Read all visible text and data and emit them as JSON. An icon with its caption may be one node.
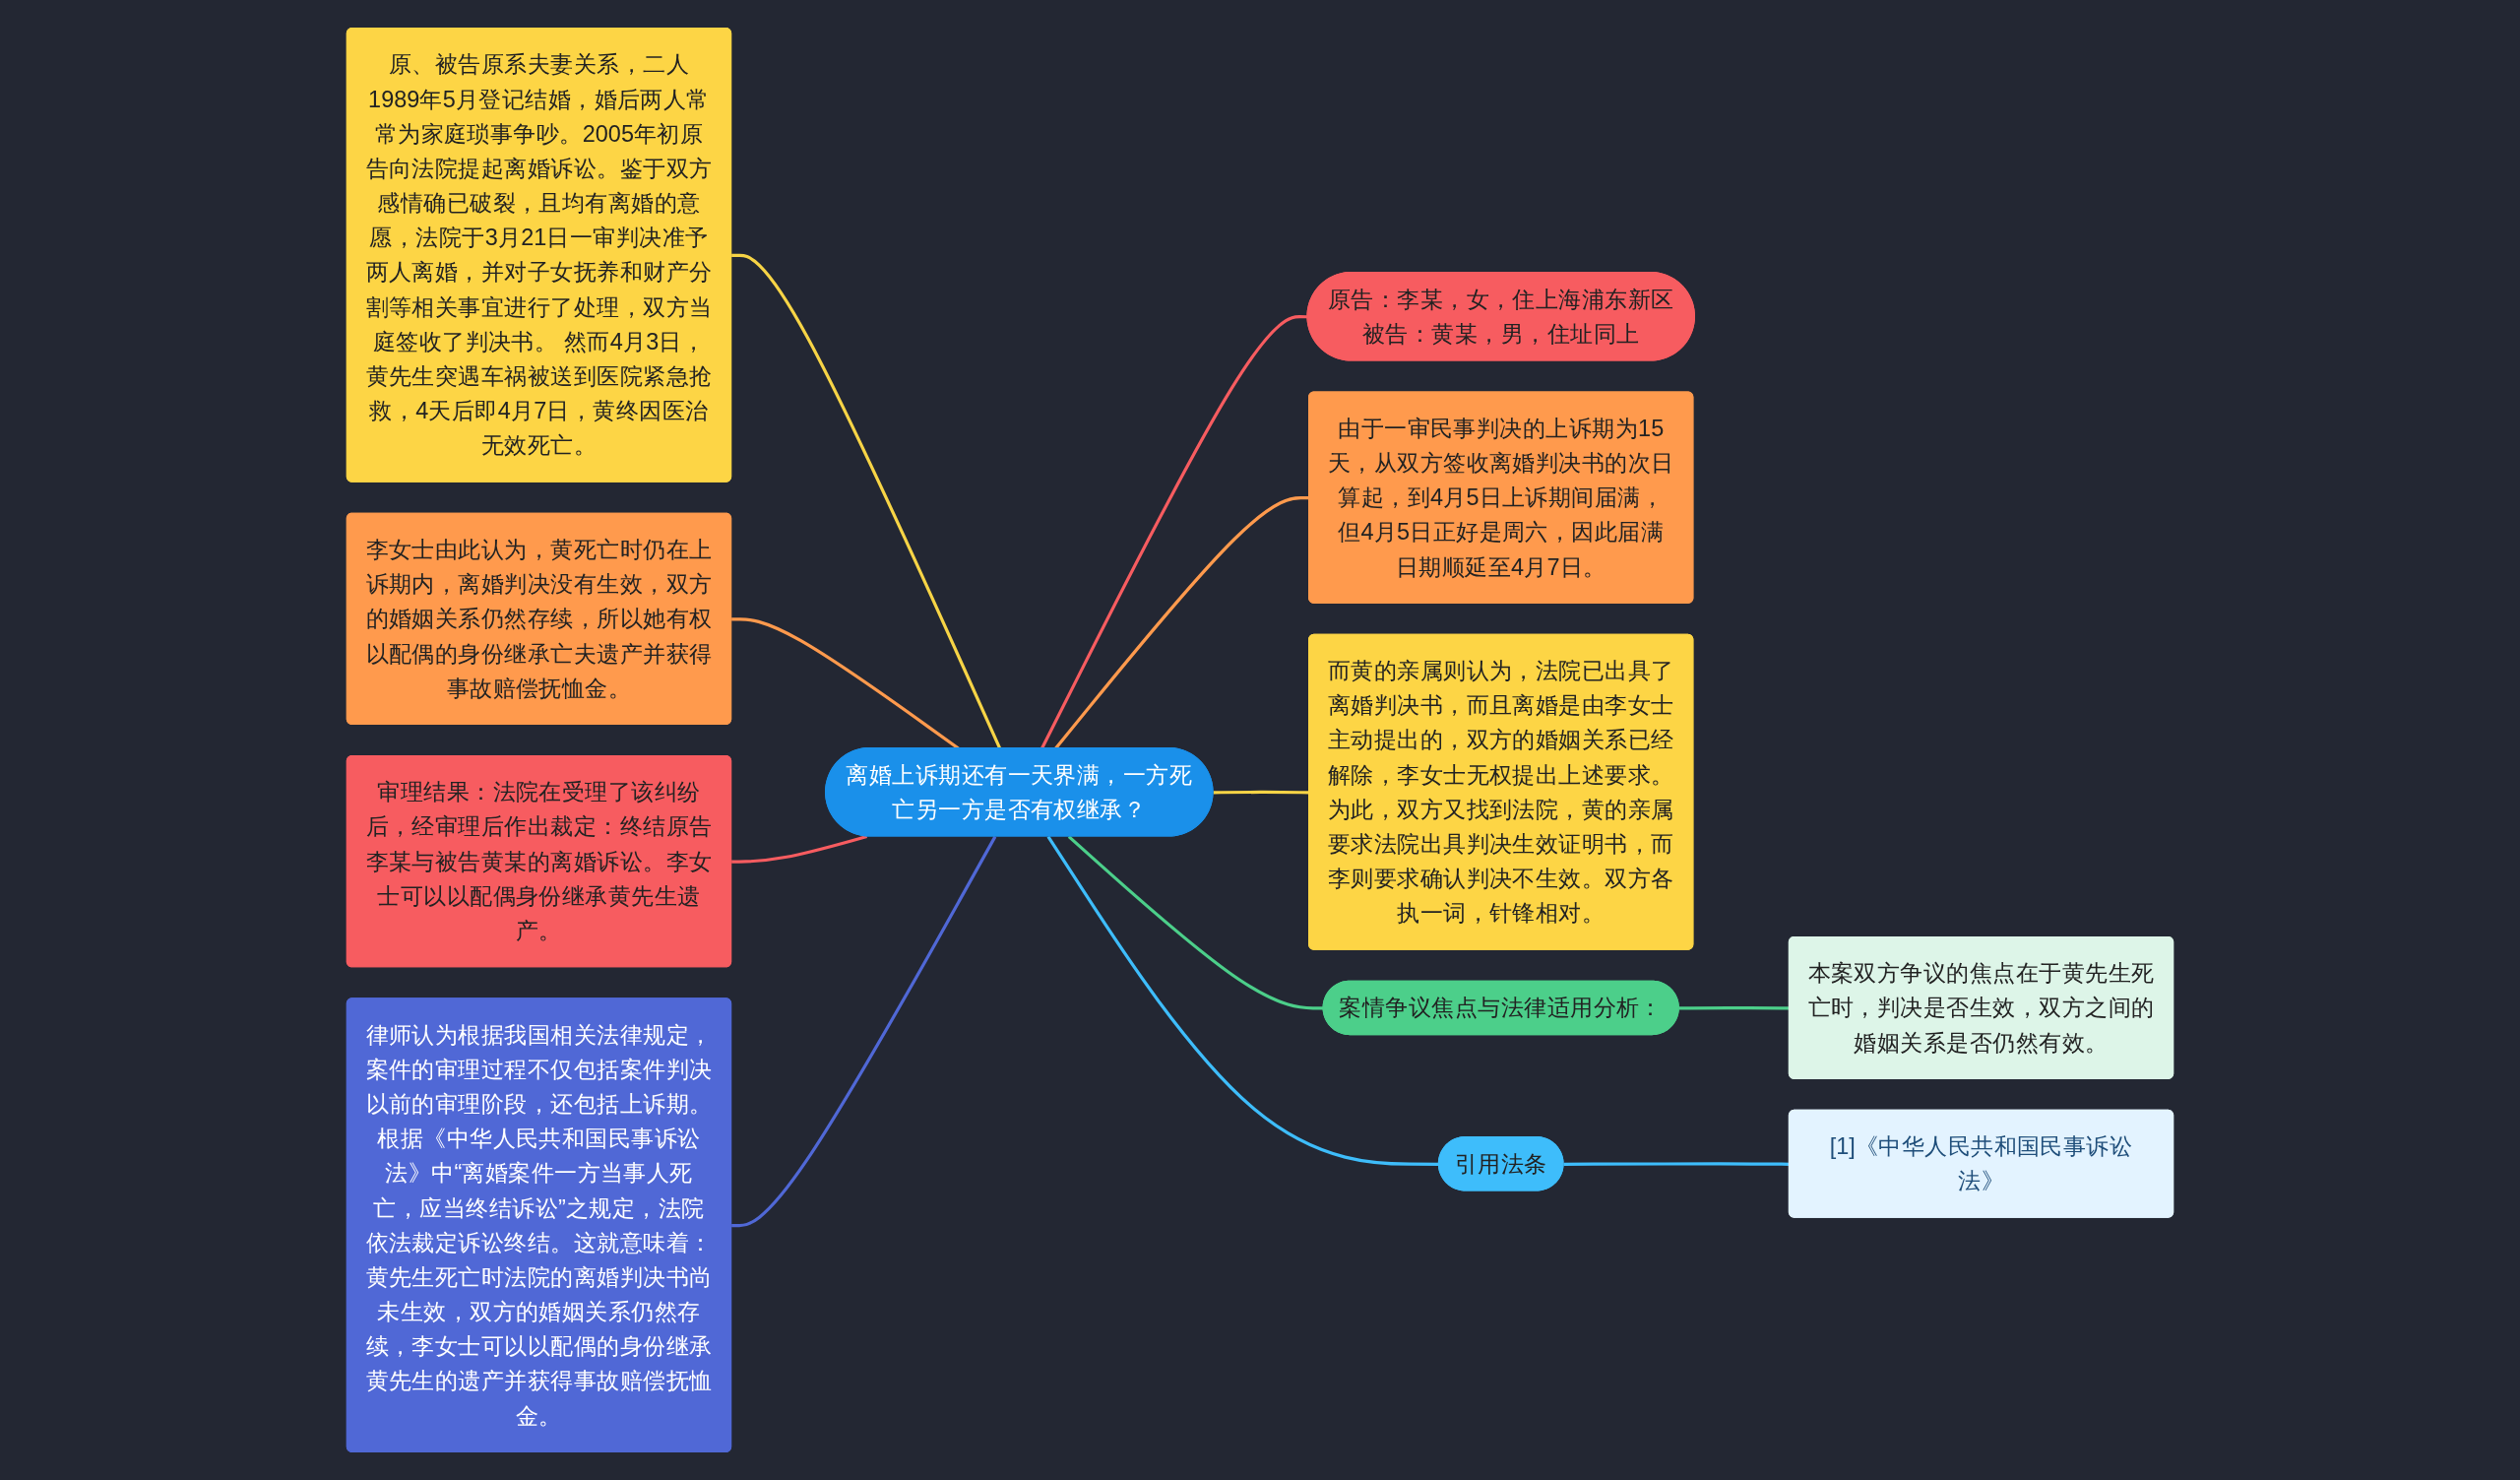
{
  "diagram": {
    "nodes": [
      {
        "text": [
          "离婚上诉期还有一天界满，一方死亡另一方是否有权继承？"
        ]
      },
      {
        "text": [
          "原、被告原系夫妻关系，二人1989年5月登记结婚，婚后两人常常为家庭琐事争吵。2005年初原告向法院提起离婚诉讼。鉴于双方感情确已破裂，且均有离婚的意愿，法院于3月21日一审判决准予两人离婚，并对子女抚养和财产分割等相关事宜进行了处理，双方当庭签收了判决书。 然而4月3日，黄先生突遇车祸被送到医院紧急抢救，4天后即4月7日，黄终因医治无效死亡。"
        ]
      },
      {
        "text": [
          "李女士由此认为，黄死亡时仍在上诉期内，离婚判决没有生效，双方的婚姻关系仍然存续，所以她有权以配偶的身份继承亡夫遗产并获得事故赔偿抚恤金。"
        ]
      },
      {
        "text": [
          "审理结果：法院在受理了该纠纷后，经审理后作出裁定：终结原告李某与被告黄某的离婚诉讼。李女士可以以配偶身份继承黄先生遗产。"
        ]
      },
      {
        "text": [
          "律师认为根据我国相关法律规定，案件的审理过程不仅包括案件判决以前的审理阶段，还包括上诉期。根据《中华人民共和国民事诉讼法》中“离婚案件一方当事人死亡，应当终结诉讼”之规定，法院依法裁定诉讼终结。这就意味着：黄先生死亡时法院的离婚判决书尚未生效，双方的婚姻关系仍然存续，李女士可以以配偶的身份继承黄先生的遗产并获得事故赔偿抚恤金。"
        ]
      },
      {
        "text": [
          "原告：李某，女，住上海浦东新区",
          "被告：黄某，男，住址同上"
        ]
      },
      {
        "text": [
          "由于一审民事判决的上诉期为15天，从双方签收离婚判决书的次日算起，到4月5日上诉期间届满，但4月5日正好是周六，因此届满日期顺延至4月7日。"
        ]
      },
      {
        "text": [
          "而黄的亲属则认为，法院已出具了离婚判决书，而且离婚是由李女士主动提出的，双方的婚姻关系已经解除，李女士无权提出上述要求。为此，双方又找到法院，黄的亲属要求法院出具判决生效证明书，而李则要求确认判决不生效。双方各执一词，针锋相对。"
        ]
      },
      {
        "text": [
          "案情争议焦点与法律适用分析："
        ]
      },
      {
        "text": [
          "本案双方争议的焦点在于黄先生死亡时，判决是否生效，双方之间的婚姻关系是否仍然有效。"
        ]
      },
      {
        "text": [
          "引用法条"
        ]
      },
      {
        "text": [
          "[1]《中华人民共和国民事诉讼法》"
        ]
      }
    ],
    "edges": [
      {
        "from": 0,
        "to": 1,
        "arrow": "none",
        "color": "#f7d446"
      },
      {
        "from": 0,
        "to": 2,
        "arrow": "none",
        "color": "#ff9a4d"
      },
      {
        "from": 0,
        "to": 3,
        "arrow": "none",
        "color": "#f75c60"
      },
      {
        "from": 0,
        "to": 4,
        "arrow": "none",
        "color": "#5068d6"
      },
      {
        "from": 0,
        "to": 5,
        "arrow": "none",
        "color": "#f75c60"
      },
      {
        "from": 0,
        "to": 6,
        "arrow": "none",
        "color": "#ff9a4d"
      },
      {
        "from": 0,
        "to": 7,
        "arrow": "none",
        "color": "#f7d446"
      },
      {
        "from": 0,
        "to": 8,
        "arrow": "none",
        "color": "#4ccf8a"
      },
      {
        "from": 8,
        "to": 9,
        "arrow": "none",
        "color": "#4ccf8a"
      },
      {
        "from": 0,
        "to": 10,
        "arrow": "none",
        "color": "#3ebdfb"
      },
      {
        "from": 10,
        "to": 11,
        "arrow": "none",
        "color": "#3ebdfb"
      }
    ]
  }
}
